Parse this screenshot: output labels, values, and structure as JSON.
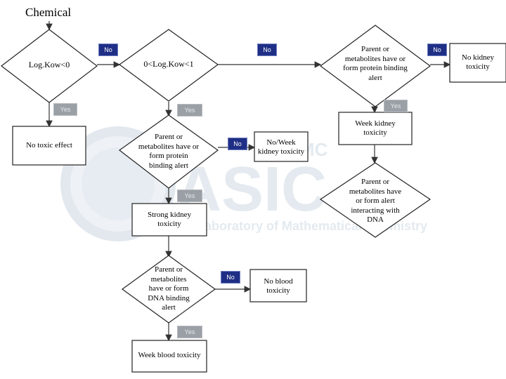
{
  "title": "Chemical",
  "watermark": {
    "brand": "LMC",
    "word": "ASIC",
    "tagline": "Laboratory of Mathematical Chemistry"
  },
  "nodes": {
    "logkow_lt0": "Log.Kow<0",
    "logkow_0to1": "0<Log.Kow<1",
    "protein_binding_top": "Parent or metabolites have or form protein binding alert",
    "no_kidney_toxicity": "No kidney toxicity",
    "no_toxic_effect": "No toxic effect",
    "protein_binding_mid": "Parent or metabolites have or form protein binding alert",
    "no_week_kidney": "No/Week kidney toxicity",
    "week_kidney": "Week kidney toxicity",
    "dna_interacting": "Parent or metabolites have or form alert interacting with DNA",
    "strong_kidney": "Strong kidney toxicity",
    "dna_binding": "Parent or metabolites have or form DNA binding alert",
    "no_blood": "No blood toxicity",
    "week_blood": "Week blood toxicity"
  },
  "badges": {
    "no_label": "No",
    "yes_label": "Yes"
  },
  "colors": {
    "no_badge": "#1f2f86",
    "yes_badge": "#9aa0a6",
    "watermark": "#dfe6ec"
  }
}
